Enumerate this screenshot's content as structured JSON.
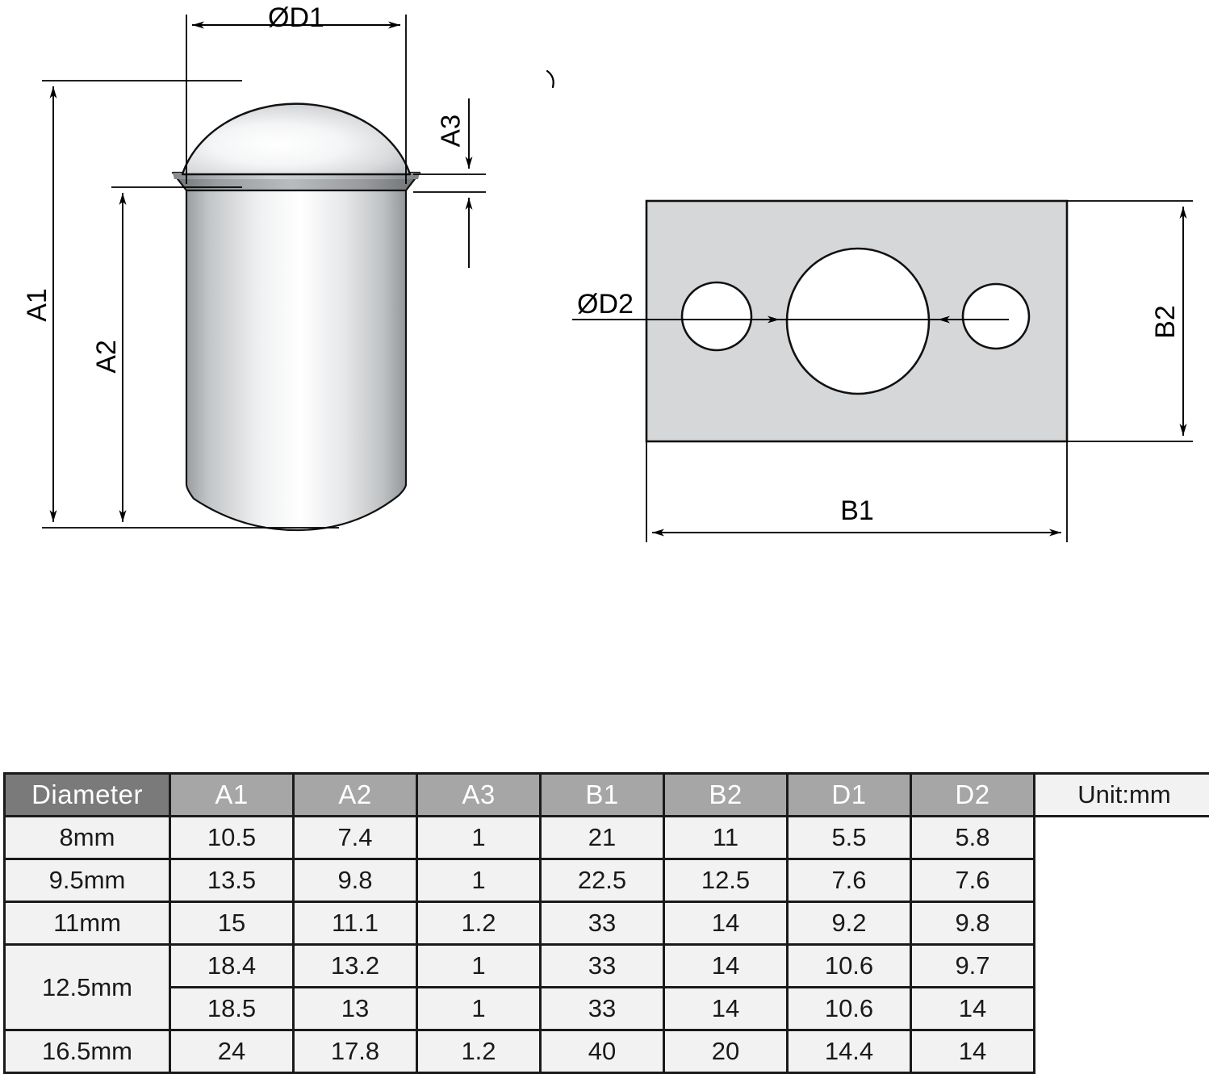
{
  "drawing_left": {
    "name": "ball-transfer-unit-side-view",
    "labels": {
      "d1": "ØD1",
      "a1": "A1",
      "a2": "A2",
      "a3": "A3"
    }
  },
  "drawing_right": {
    "name": "mounting-plate-top-view",
    "labels": {
      "d2": "ØD2",
      "b1": "B1",
      "b2": "B2"
    }
  },
  "colors": {
    "header_diameter_bg": "#7a7a7a",
    "header_dim_bg": "#a6a6a6",
    "cell_bg": "#f2f2f2",
    "border": "#1a1a1a",
    "plate_fill": "#d5d7d9",
    "metal_light": "#ffffff",
    "metal_mid": "#c9cbcd",
    "metal_dark": "#8d9093"
  },
  "table": {
    "headers": [
      "Diameter",
      "A1",
      "A2",
      "A3",
      "B1",
      "B2",
      "D1",
      "D2"
    ],
    "unit_note": "Unit:mm",
    "rows": [
      {
        "diameter": "8mm",
        "rowspan": 1,
        "values": [
          "10.5",
          "7.4",
          "1",
          "21",
          "11",
          "5.5",
          "5.8"
        ]
      },
      {
        "diameter": "9.5mm",
        "rowspan": 1,
        "values": [
          "13.5",
          "9.8",
          "1",
          "22.5",
          "12.5",
          "7.6",
          "7.6"
        ]
      },
      {
        "diameter": "11mm",
        "rowspan": 1,
        "values": [
          "15",
          "11.1",
          "1.2",
          "33",
          "14",
          "9.2",
          "9.8"
        ]
      },
      {
        "diameter": "12.5mm",
        "rowspan": 2,
        "values": [
          "18.4",
          "13.2",
          "1",
          "33",
          "14",
          "10.6",
          "9.7"
        ]
      },
      {
        "diameter": null,
        "rowspan": 0,
        "values": [
          "18.5",
          "13",
          "1",
          "33",
          "14",
          "10.6",
          "14"
        ]
      },
      {
        "diameter": "16.5mm",
        "rowspan": 1,
        "values": [
          "24",
          "17.8",
          "1.2",
          "40",
          "20",
          "14.4",
          "14"
        ]
      }
    ]
  }
}
